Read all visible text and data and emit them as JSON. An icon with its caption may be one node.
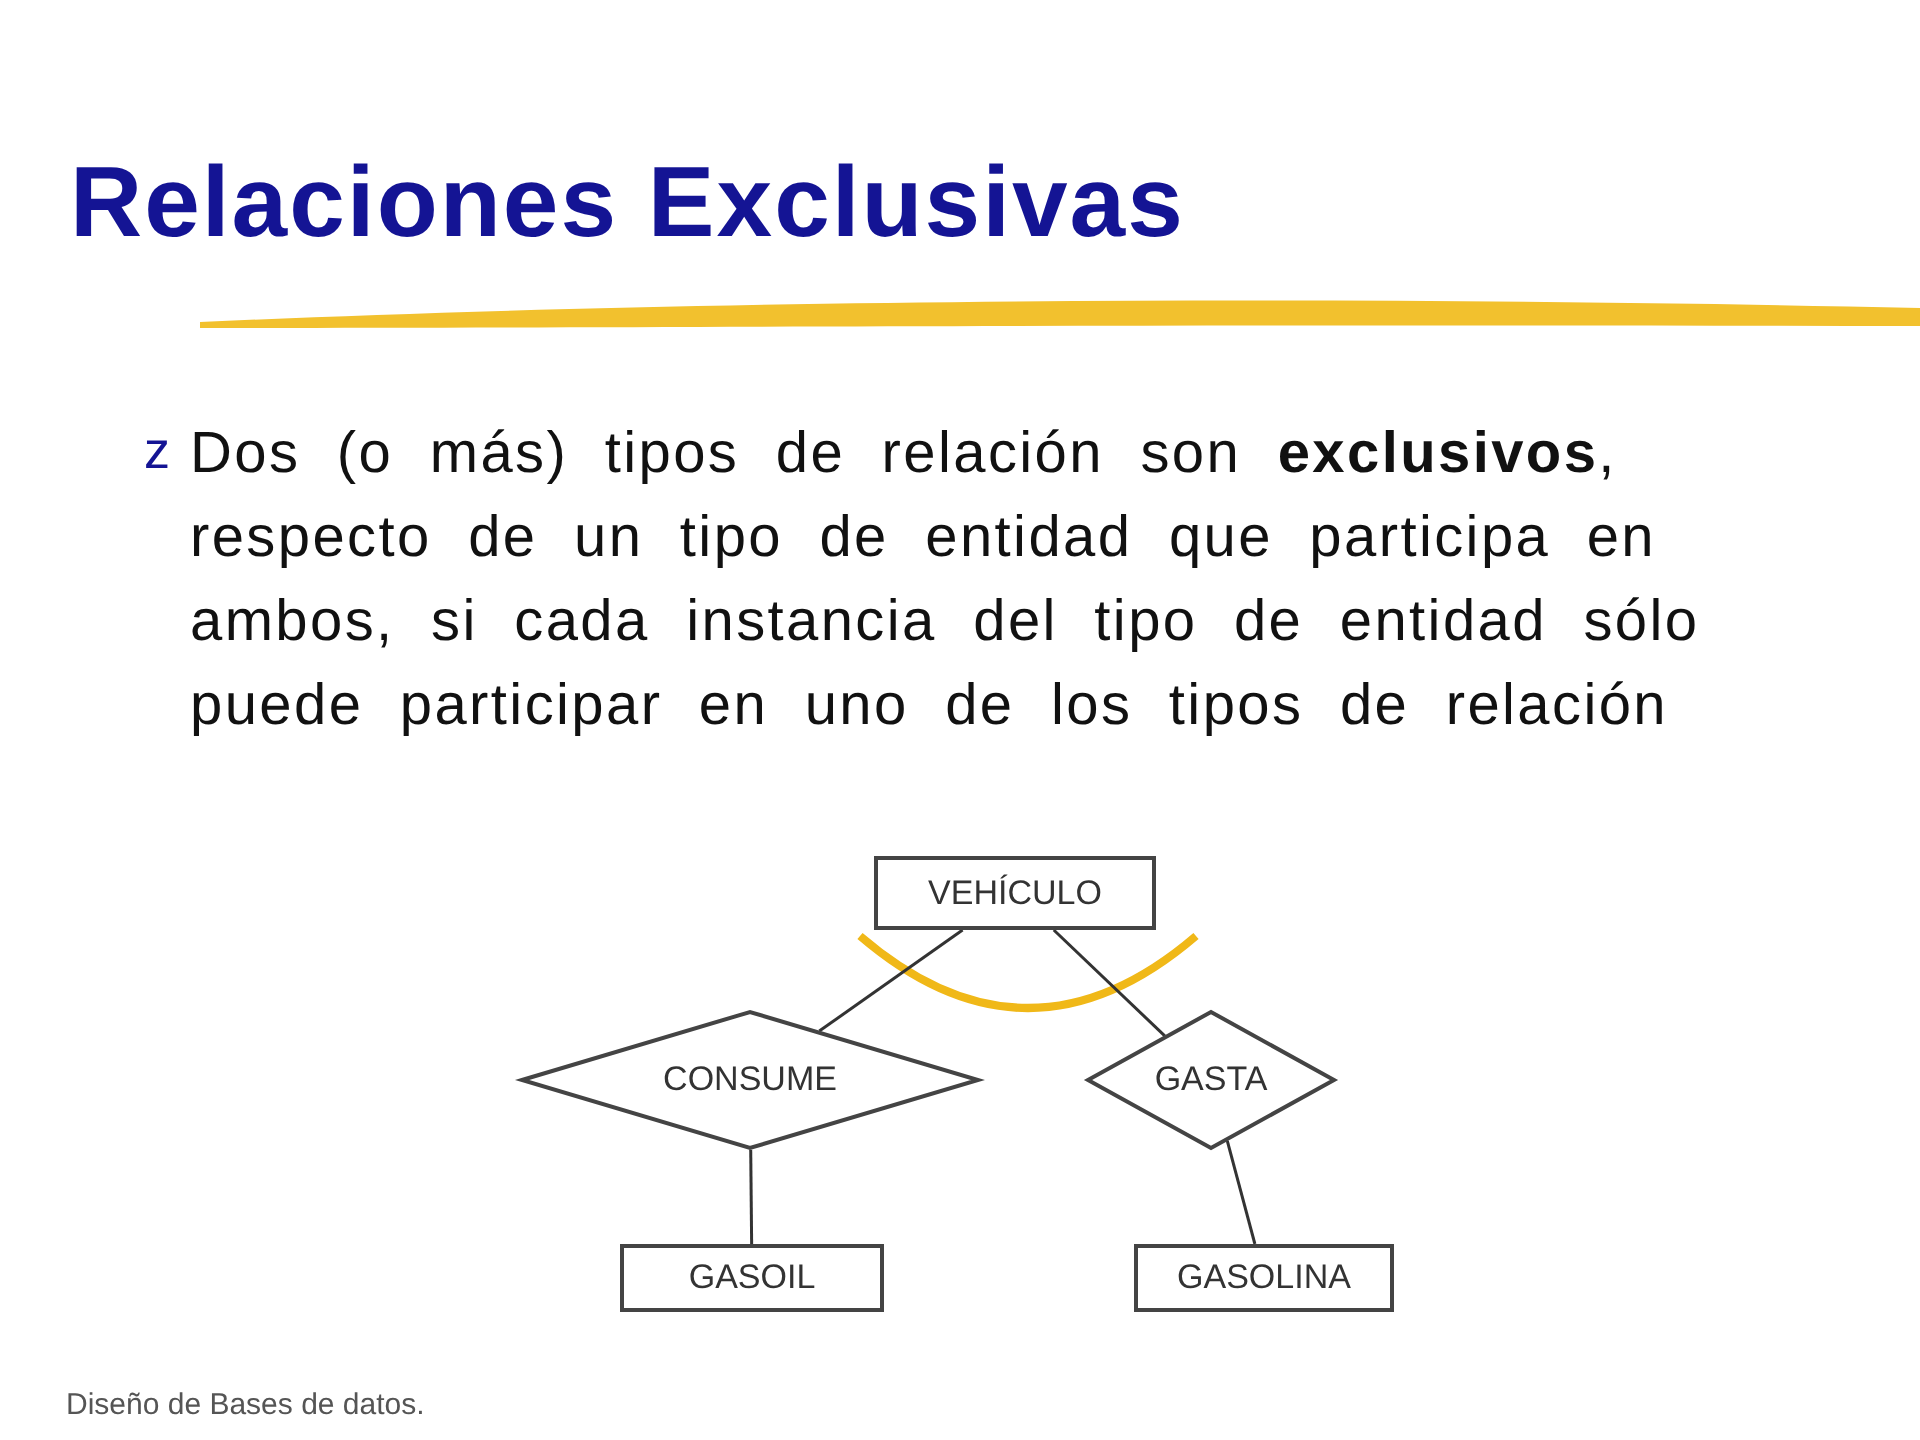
{
  "diagram": {
    "title": "Relaciones Exclusivas",
    "nodes": [
      {
        "text": [],
        "shape": "bar"
      },
      {
        "text": [
          "VEHÍCULO"
        ]
      },
      {
        "text": [
          "CONSUME"
        ]
      },
      {
        "text": [
          "GASTA"
        ]
      },
      {
        "text": [
          "GASOIL"
        ]
      },
      {
        "text": [
          "GASOLINA"
        ]
      }
    ],
    "edges": [
      {
        "from": 1,
        "to": 2,
        "arrow": "none"
      },
      {
        "from": 1,
        "to": 3,
        "arrow": "none"
      },
      {
        "from": 2,
        "to": 4,
        "arrow": "none"
      },
      {
        "from": 3,
        "to": 5,
        "arrow": "none"
      }
    ],
    "labels": [
      "z",
      "Dos (o más) tipos de relación son **exclusivos**, respecto de un tipo de entidad que participa en ambos, si cada instancia del tipo de entidad sólo puede participar en uno de los tipos de relación",
      "Diseño de Bases de datos."
    ]
  }
}
